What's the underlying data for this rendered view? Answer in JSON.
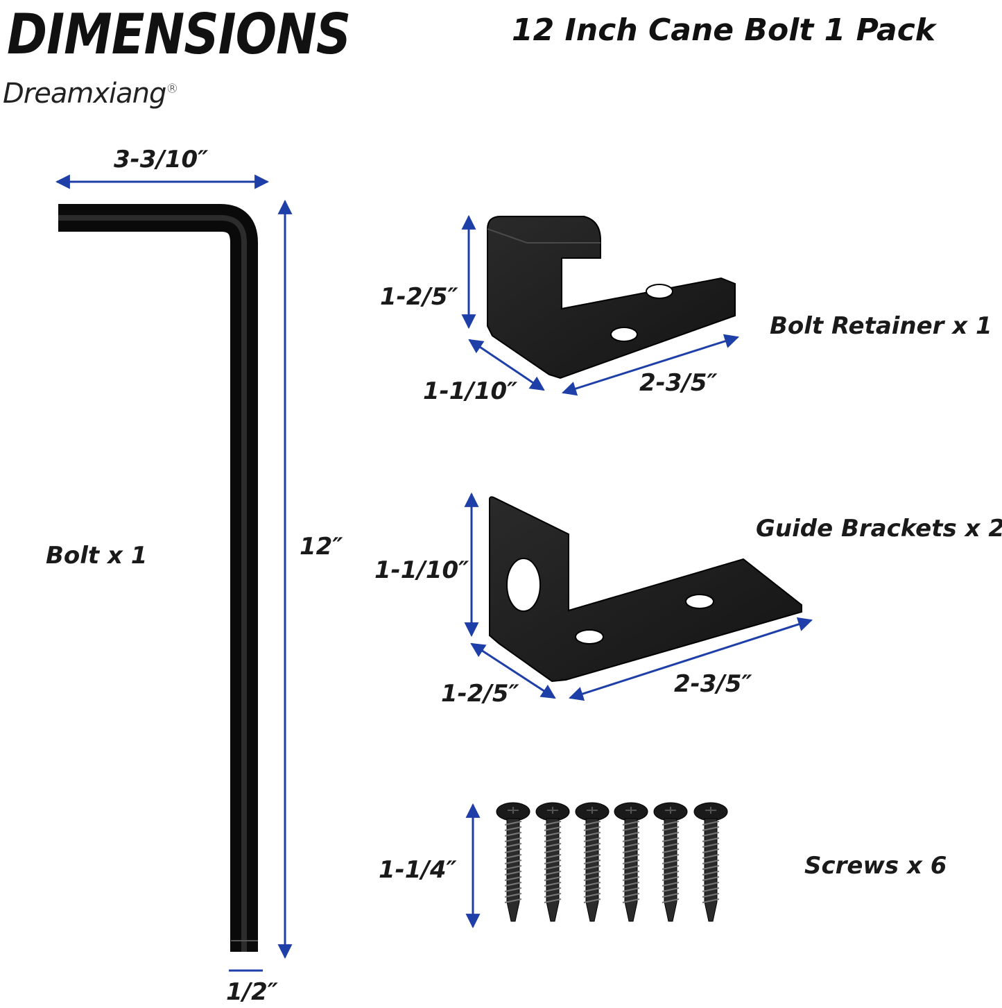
{
  "header": {
    "title": "DIMENSIONS",
    "subtitle": "12 Inch Cane Bolt 1 Pack",
    "brand": "Dreamxiang",
    "brand_mark": "®"
  },
  "bolt": {
    "name": "Bolt x 1",
    "width_label": "3-3/10″",
    "length_label": "12″",
    "diameter_label": "1/2″"
  },
  "retainer": {
    "name": "Bolt Retainer x 1",
    "height_label": "1-2/5″",
    "depth_label": "1-1/10″",
    "length_label": "2-3/5″"
  },
  "guide": {
    "name": "Guide Brackets x 2",
    "height_label": "1-1/10″",
    "depth_label": "1-2/5″",
    "length_label": "2-3/5″"
  },
  "screws": {
    "name": "Screws x 6",
    "length_label": "1-1/4″"
  },
  "colors": {
    "dimension_line": "#1f3fa8",
    "part": "#1b1b1b"
  }
}
